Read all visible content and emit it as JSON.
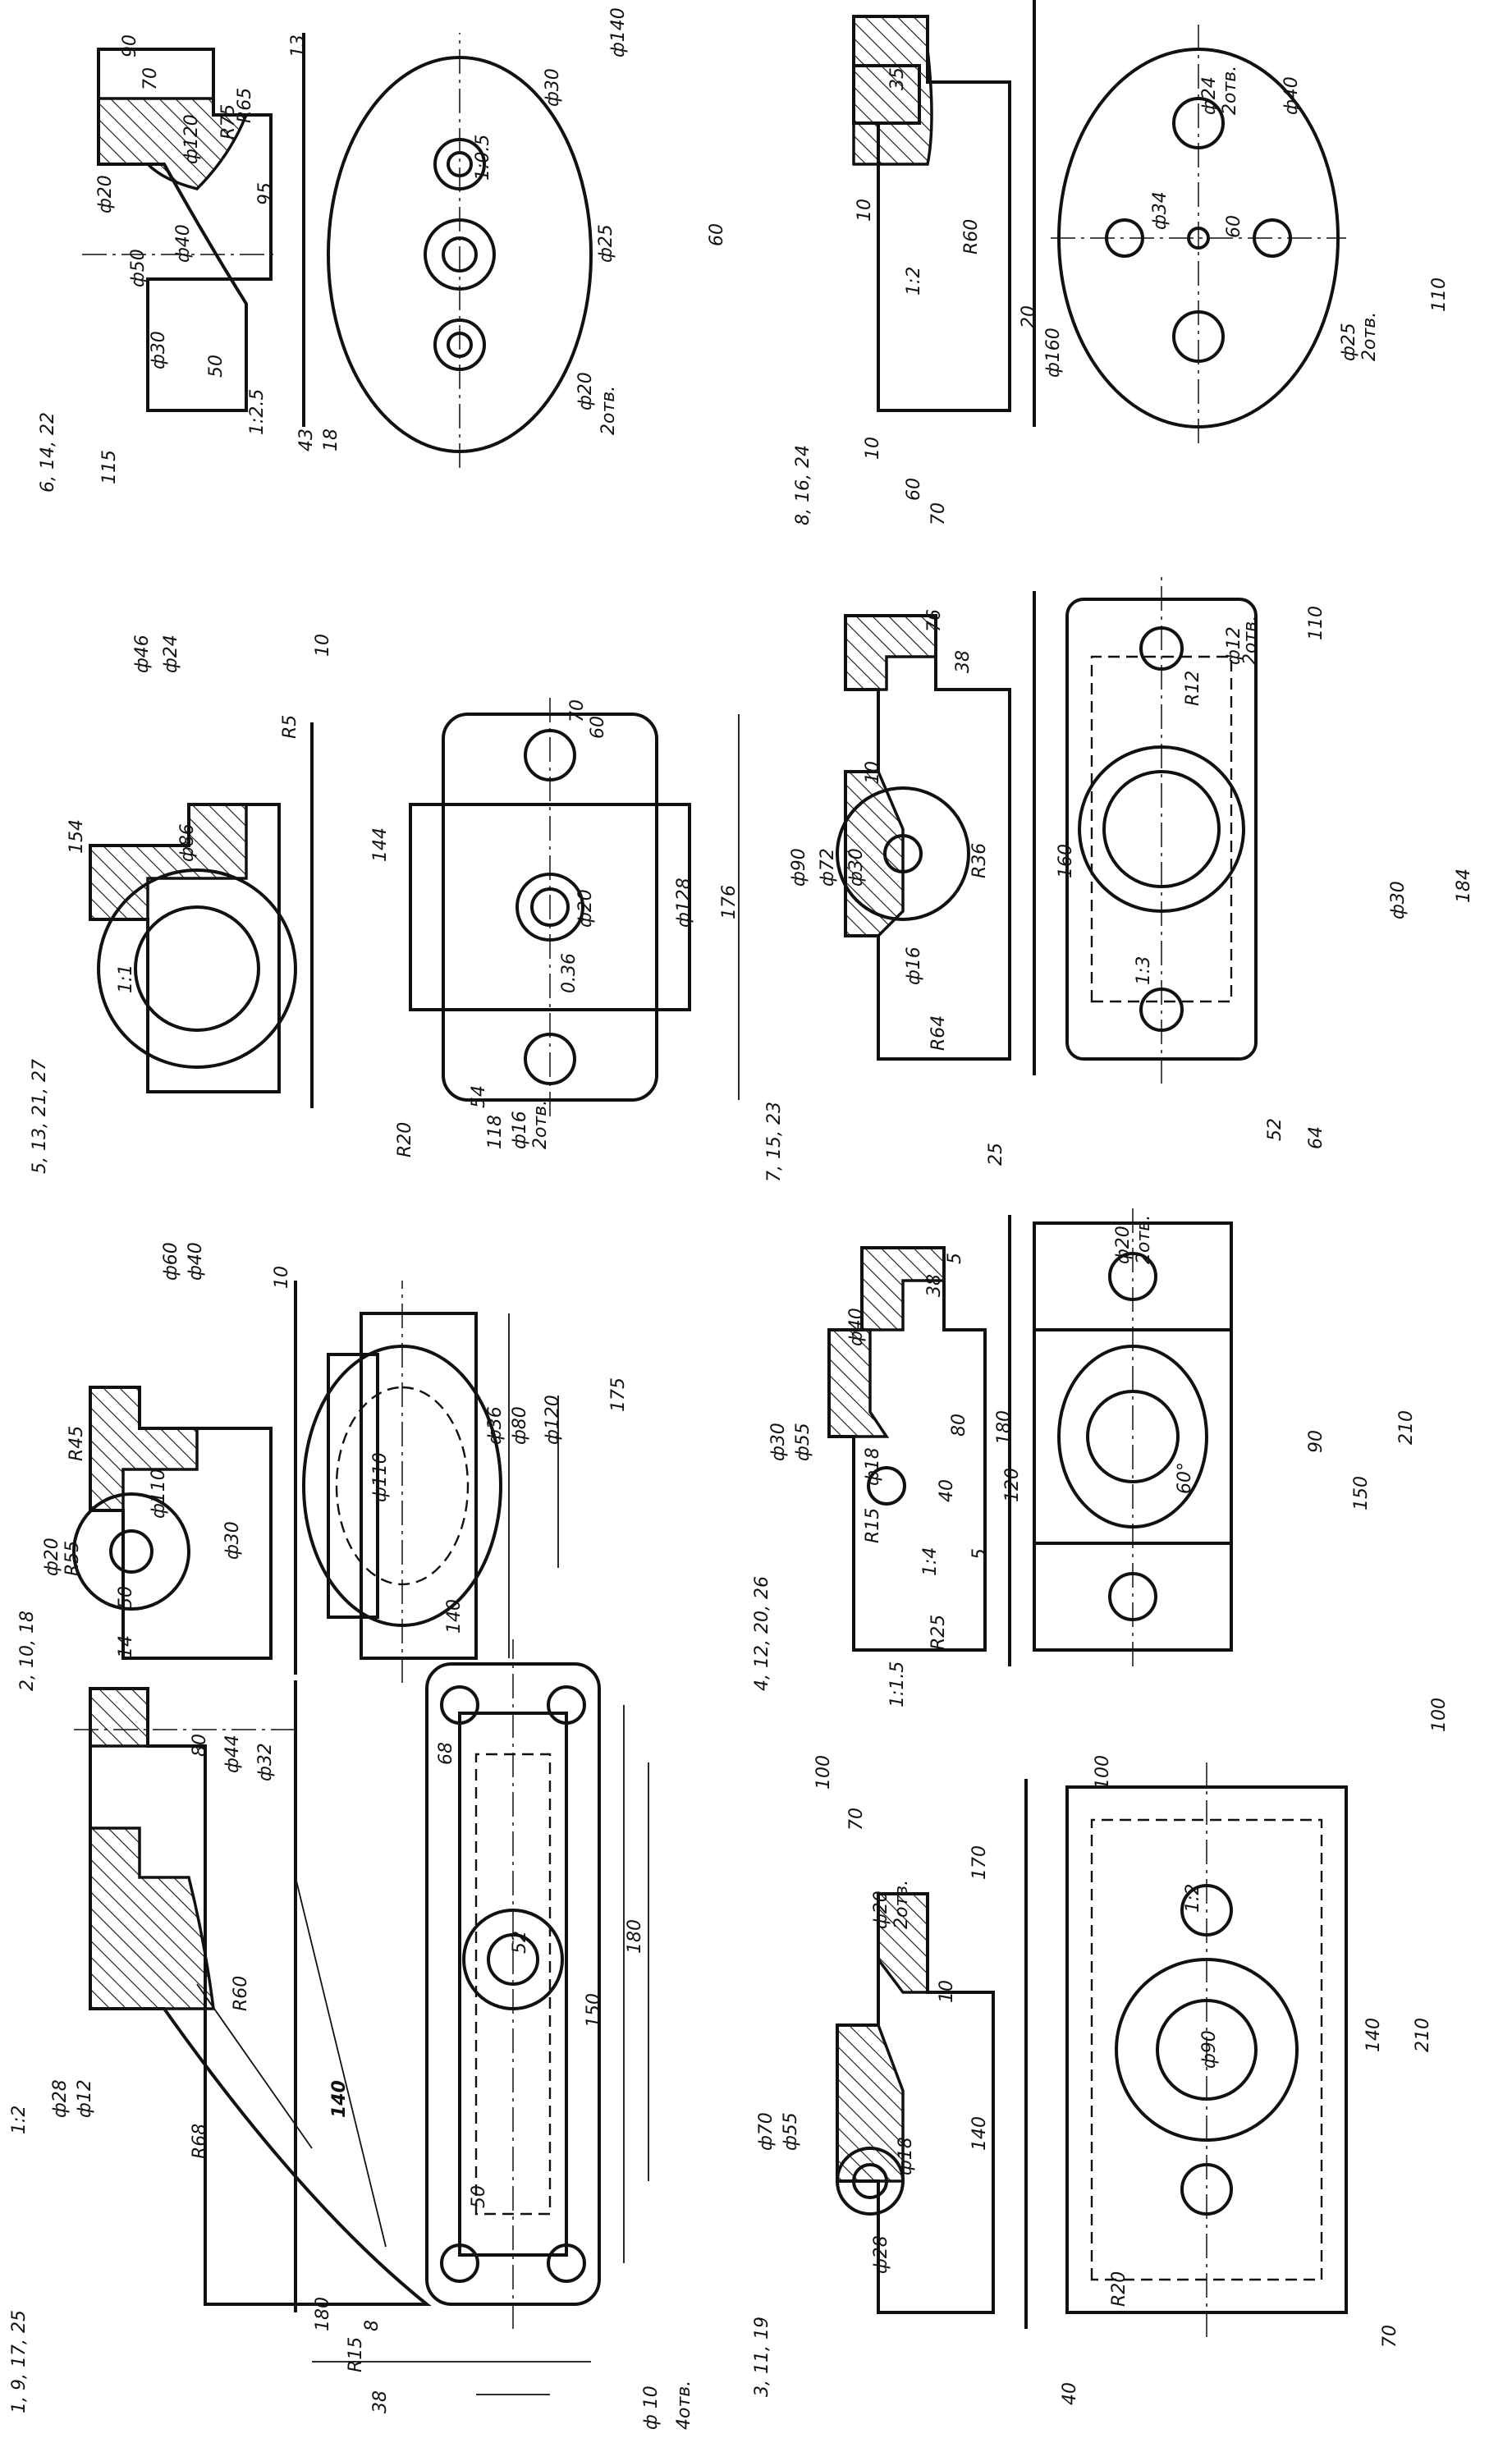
{
  "page": {
    "background": "#ffffff",
    "ink": "#111111"
  },
  "variants": [
    {
      "id": "v1",
      "label": "1, 9, 17, 25",
      "dims": [
        "80",
        "ф44",
        "ф32",
        "ф28",
        "ф12",
        "1:2",
        "R60",
        "R68",
        "140",
        "R15",
        "8",
        "38",
        "180",
        "150",
        "52",
        "68",
        "180",
        "50",
        "ф 10",
        "4отв."
      ]
    },
    {
      "id": "v2",
      "label": "2, 10, 18",
      "dims": [
        "ф60",
        "ф40",
        "10",
        "R45",
        "ф20",
        "R55",
        "ф110",
        "ф30",
        "14",
        "50",
        "140",
        "ф110",
        "ф36",
        "ф80",
        "ф120",
        "175"
      ]
    },
    {
      "id": "v3",
      "label": "5, 13, 21, 27",
      "dims": [
        "154",
        "ф46",
        "ф24",
        "10",
        "R5",
        "ф86",
        "1:1",
        "144",
        "54",
        "118",
        "70",
        "60",
        "ф20",
        "ф128",
        "176",
        "0.36",
        "R20",
        "ф16",
        "2отв."
      ]
    },
    {
      "id": "v4",
      "label": "6, 14, 22",
      "dims": [
        "90",
        "70",
        "R75",
        "R65",
        "13",
        "ф20",
        "ф50",
        "ф40",
        "ф120",
        "95",
        "ф30",
        "50",
        "1:2.5",
        "43",
        "18",
        "115",
        "ф140",
        "ф30",
        "1:0.5",
        "ф25",
        "60",
        "ф20",
        "2отв."
      ]
    },
    {
      "id": "v5",
      "label": "3, 11, 19",
      "dims": [
        "100",
        "70",
        "ф20",
        "2отв.",
        "ф70",
        "ф55",
        "10",
        "170",
        "ф28",
        "ф18",
        "140",
        "40",
        "100",
        "1:2",
        "ф90",
        "140",
        "210",
        "R20",
        "70"
      ]
    },
    {
      "id": "v6",
      "label": "4, 12, 20, 26",
      "dims": [
        "38",
        "5",
        "ф40",
        "ф30",
        "ф55",
        "ф18",
        "40",
        "80",
        "180",
        "R15",
        "1:4",
        "5",
        "120",
        "R25",
        "1:1.5",
        "ф20",
        "2отв.",
        "60°",
        "90",
        "150",
        "210",
        "100"
      ]
    },
    {
      "id": "v7",
      "label": "7, 15, 23",
      "dims": [
        "76",
        "38",
        "10",
        "ф90",
        "ф72",
        "ф30",
        "R36",
        "160",
        "ф16",
        "R64",
        "25",
        "110",
        "R12",
        "ф12",
        "2отв.",
        "ф30",
        "1:3",
        "184",
        "52",
        "64"
      ]
    },
    {
      "id": "v8",
      "label": "8, 16, 24",
      "dims": [
        "35",
        "10",
        "1:2",
        "R60",
        "20",
        "ф160",
        "10",
        "60",
        "70",
        "ф24",
        "2отв.",
        "ф40",
        "ф34",
        "60",
        "ф25",
        "2отв.",
        "110"
      ]
    }
  ]
}
